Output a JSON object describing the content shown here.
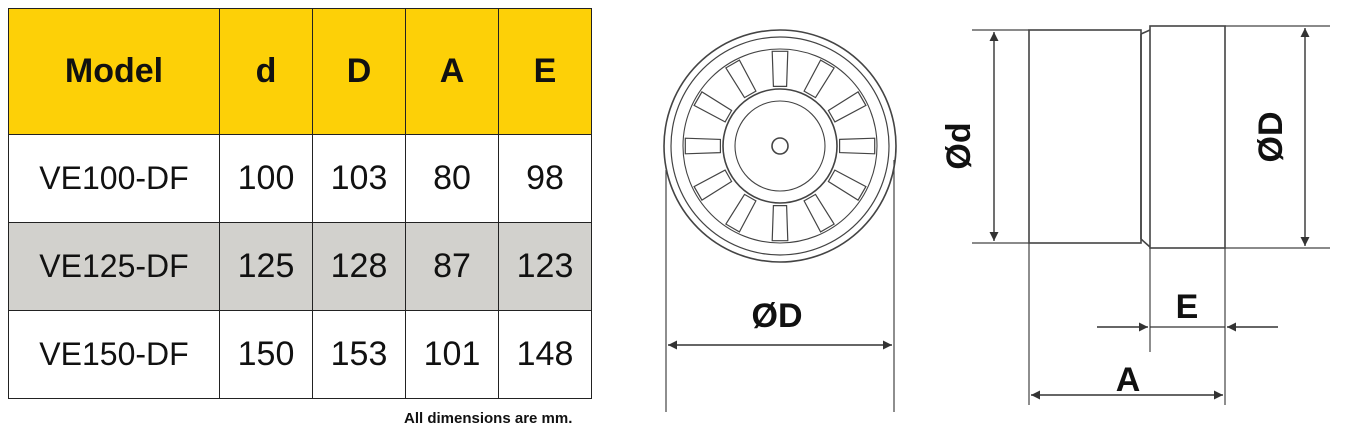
{
  "table": {
    "headers": [
      "Model",
      "d",
      "D",
      "A",
      "E"
    ],
    "rows": [
      {
        "model": "VE100-DF",
        "d": "100",
        "D": "103",
        "A": "80",
        "E": "98"
      },
      {
        "model": "VE125-DF",
        "d": "125",
        "D": "128",
        "A": "87",
        "E": "123"
      },
      {
        "model": "VE150-DF",
        "d": "150",
        "D": "153",
        "A": "101",
        "E": "148"
      }
    ]
  },
  "note": "All dimensions are mm.",
  "drawing": {
    "front_view_label": "ØD",
    "side_view_labels": {
      "inner_diameter": "Ød",
      "outer_diameter": "ØD",
      "length_A": "A",
      "length_E": "E"
    }
  },
  "colors": {
    "header_yellow": "#fdd007",
    "shaded_row": "#d2d1cd",
    "line": "#333333"
  }
}
